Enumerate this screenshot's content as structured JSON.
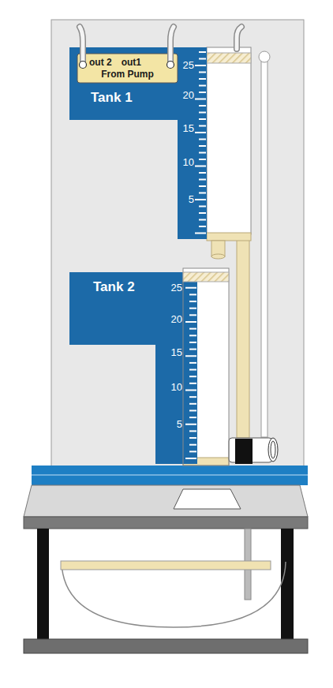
{
  "diagram": {
    "nodes": [
      {
        "text": [
          "Tank 1"
        ]
      },
      {
        "text": [
          "out 2",
          "out1",
          "From Pump"
        ],
        "in": 0
      },
      {
        "text": [
          "Tank 2"
        ]
      }
    ],
    "labels": [
      "25",
      "20",
      "15",
      "10",
      "5",
      "25",
      "20",
      "15",
      "10",
      "5"
    ]
  }
}
